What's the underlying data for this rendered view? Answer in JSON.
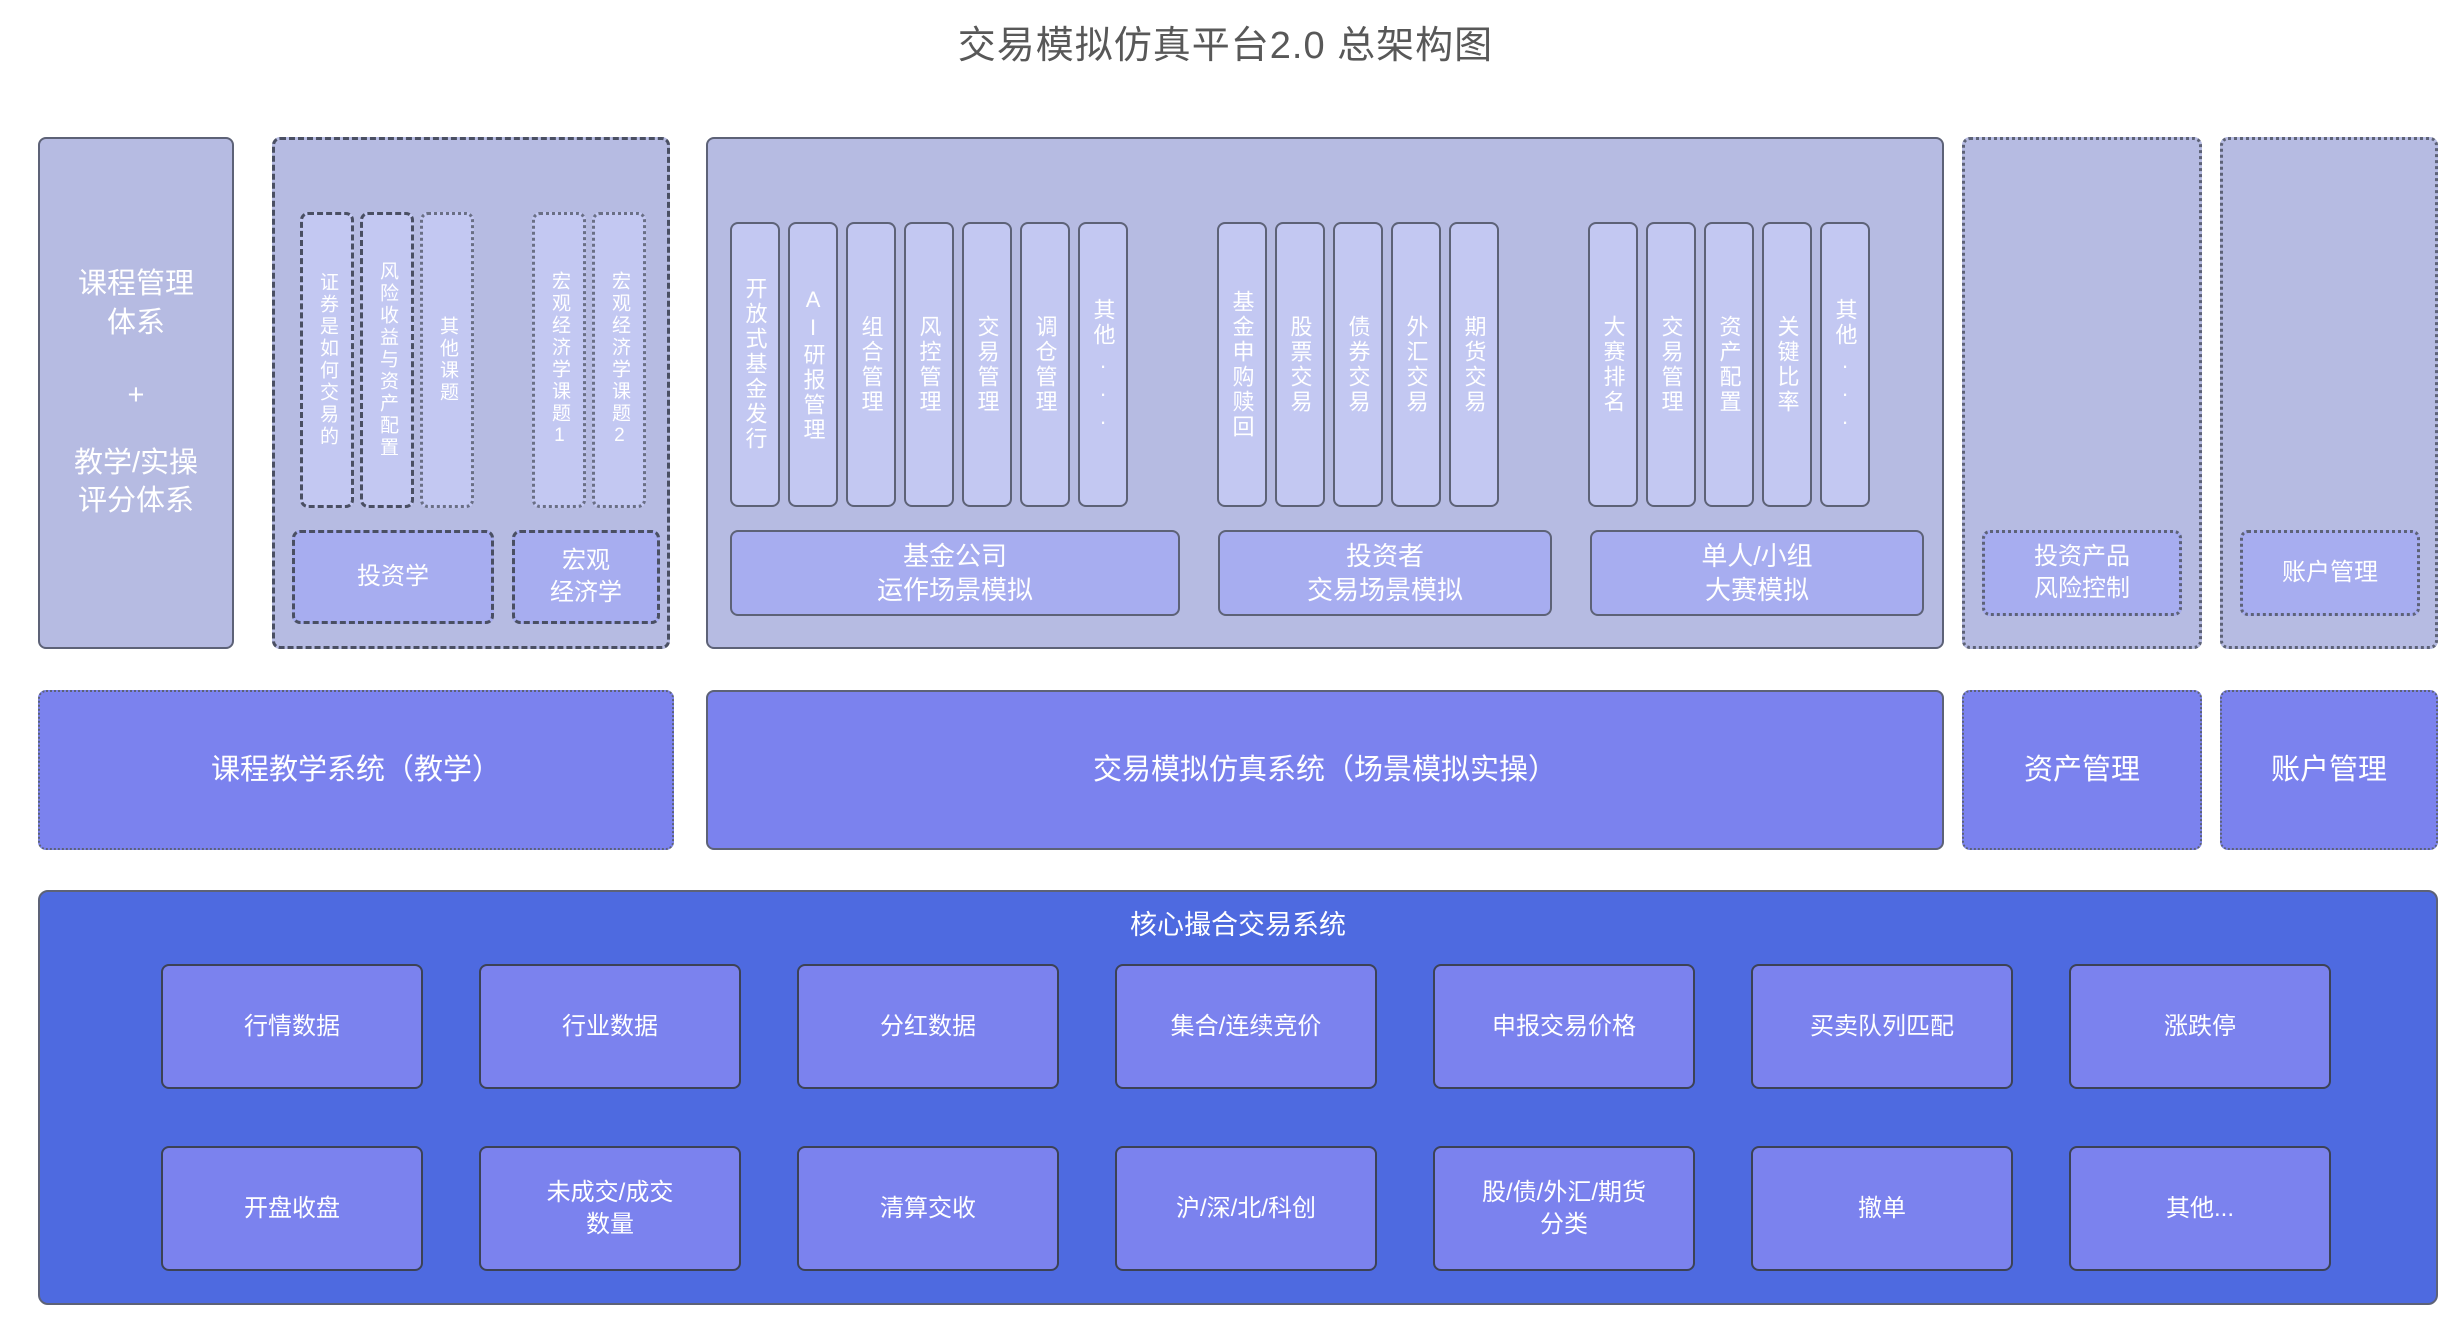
{
  "title": "交易模拟仿真平台2.0 总架构图",
  "row1": {
    "course_system": {
      "line1": "课程管理\n体系",
      "plus": "+",
      "line2": "教学/实操\n评分体系"
    },
    "course_topics": {
      "vertical_items": [
        {
          "label": "证券是如何交易的",
          "style": "dashed"
        },
        {
          "label": "风险收益与资产配置",
          "style": "dashed"
        },
        {
          "label": "其他课题",
          "style": "dotted"
        },
        {
          "label": "宏观经济学课题1",
          "style": "dotted"
        },
        {
          "label": "宏观经济学课题2",
          "style": "dotted"
        }
      ],
      "bottom_items": [
        {
          "label": "投资学"
        },
        {
          "label": "宏观\n经济学"
        }
      ]
    },
    "simulation": {
      "groups": [
        {
          "footer": "基金公司\n运作场景模拟",
          "items": [
            "开放式基金发行",
            "AI研报管理",
            "组合管理",
            "风控管理",
            "交易管理",
            "调仓管理",
            "其他..."
          ]
        },
        {
          "footer": "投资者\n交易场景模拟",
          "items": [
            "基金申购赎回",
            "股票交易",
            "债券交易",
            "外汇交易",
            "期货交易"
          ]
        },
        {
          "footer": "单人/小组\n大赛模拟",
          "items": [
            "大赛排名",
            "交易管理",
            "资产配置",
            "关键比率",
            "其他..."
          ]
        }
      ]
    },
    "risk_column": {
      "label": "投资产品\n风险控制"
    },
    "account_column": {
      "label": "账户管理"
    }
  },
  "row2": {
    "bands": [
      {
        "label": "课程教学系统（教学）"
      },
      {
        "label": "交易模拟仿真系统（场景模拟实操）"
      },
      {
        "label": "资产管理"
      },
      {
        "label": "账户管理"
      }
    ]
  },
  "row3": {
    "title": "核心撮合交易系统",
    "cells_row1": [
      "行情数据",
      "行业数据",
      "分红数据",
      "集合/连续竞价",
      "申报交易价格",
      "买卖队列匹配",
      "涨跌停"
    ],
    "cells_row2": [
      "开盘收盘",
      "未成交/成交\n数量",
      "清算交收",
      "沪/深/北/科创",
      "股/债/外汇/期货\n分类",
      "撤单",
      "其他..."
    ]
  },
  "colors": {
    "title_text": "#585858",
    "level_outer": "#b6bbe2",
    "level_mid": "#c3c8f2",
    "level_chip": "#a7adf0",
    "band": "#7b82ee",
    "core": "#4e6ae0",
    "border": "#5d6277"
  }
}
